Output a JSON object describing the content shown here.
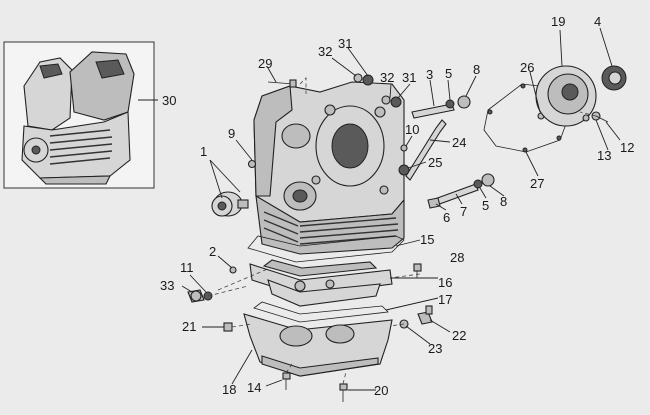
{
  "callouts": [
    {
      "id": "c1",
      "text": "1"
    },
    {
      "id": "c2",
      "text": "2"
    },
    {
      "id": "c3",
      "text": "3"
    },
    {
      "id": "c4",
      "text": "4"
    },
    {
      "id": "c5a",
      "text": "5"
    },
    {
      "id": "c5b",
      "text": "5"
    },
    {
      "id": "c6",
      "text": "6"
    },
    {
      "id": "c7",
      "text": "7"
    },
    {
      "id": "c8a",
      "text": "8"
    },
    {
      "id": "c8b",
      "text": "8"
    },
    {
      "id": "c9",
      "text": "9"
    },
    {
      "id": "c10",
      "text": "10"
    },
    {
      "id": "c11",
      "text": "11"
    },
    {
      "id": "c12",
      "text": "12"
    },
    {
      "id": "c13",
      "text": "13"
    },
    {
      "id": "c14",
      "text": "14"
    },
    {
      "id": "c15",
      "text": "15"
    },
    {
      "id": "c16",
      "text": "16"
    },
    {
      "id": "c17",
      "text": "17"
    },
    {
      "id": "c18",
      "text": "18"
    },
    {
      "id": "c19",
      "text": "19"
    },
    {
      "id": "c20",
      "text": "20"
    },
    {
      "id": "c21",
      "text": "21"
    },
    {
      "id": "c22",
      "text": "22"
    },
    {
      "id": "c23",
      "text": "23"
    },
    {
      "id": "c24",
      "text": "24"
    },
    {
      "id": "c25",
      "text": "25"
    },
    {
      "id": "c26",
      "text": "26"
    },
    {
      "id": "c27",
      "text": "27"
    },
    {
      "id": "c28",
      "text": "28"
    },
    {
      "id": "c29",
      "text": "29"
    },
    {
      "id": "c30",
      "text": "30"
    },
    {
      "id": "c31a",
      "text": "31"
    },
    {
      "id": "c31b",
      "text": "31"
    },
    {
      "id": "c32a",
      "text": "32"
    },
    {
      "id": "c32b",
      "text": "32"
    },
    {
      "id": "c33",
      "text": "33"
    }
  ]
}
